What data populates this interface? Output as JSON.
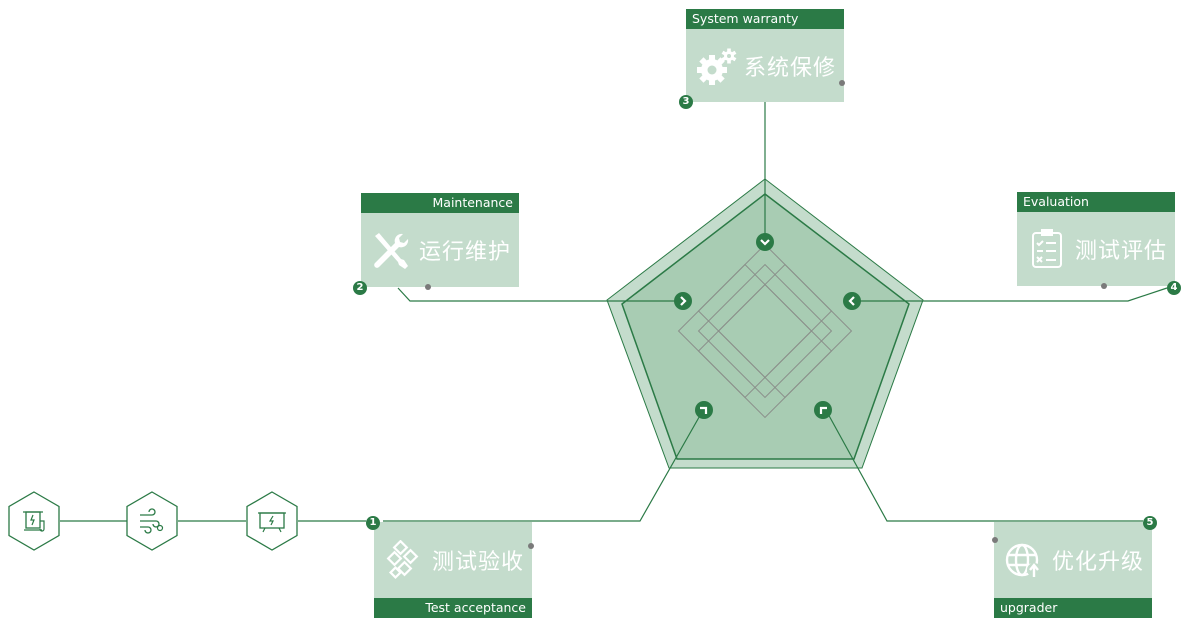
{
  "colors": {
    "primary": "#2b7a46",
    "card_fill": "#c4dccc",
    "pentagon_outer": "#c4dccc",
    "pentagon_inner": "#a8ccb3",
    "dot_gray": "#7a7a7a"
  },
  "steps": [
    {
      "number": "1",
      "title": "测试验收",
      "subtitle": "Test acceptance",
      "icon": "puzzle-icon"
    },
    {
      "number": "2",
      "title": "运行维护",
      "subtitle": "Maintenance",
      "icon": "wrench-screwdriver-icon"
    },
    {
      "number": "3",
      "title": "系统保修",
      "subtitle": "System warranty",
      "icon": "gears-icon"
    },
    {
      "number": "4",
      "title": "测试评估",
      "subtitle": "Evaluation",
      "icon": "clipboard-checklist-icon"
    },
    {
      "number": "5",
      "title": "优化升级",
      "subtitle": "upgrader",
      "icon": "globe-upgrade-icon"
    }
  ],
  "chain_icons": [
    "charging-station-icon",
    "wind-power-icon",
    "monitor-charging-icon"
  ]
}
